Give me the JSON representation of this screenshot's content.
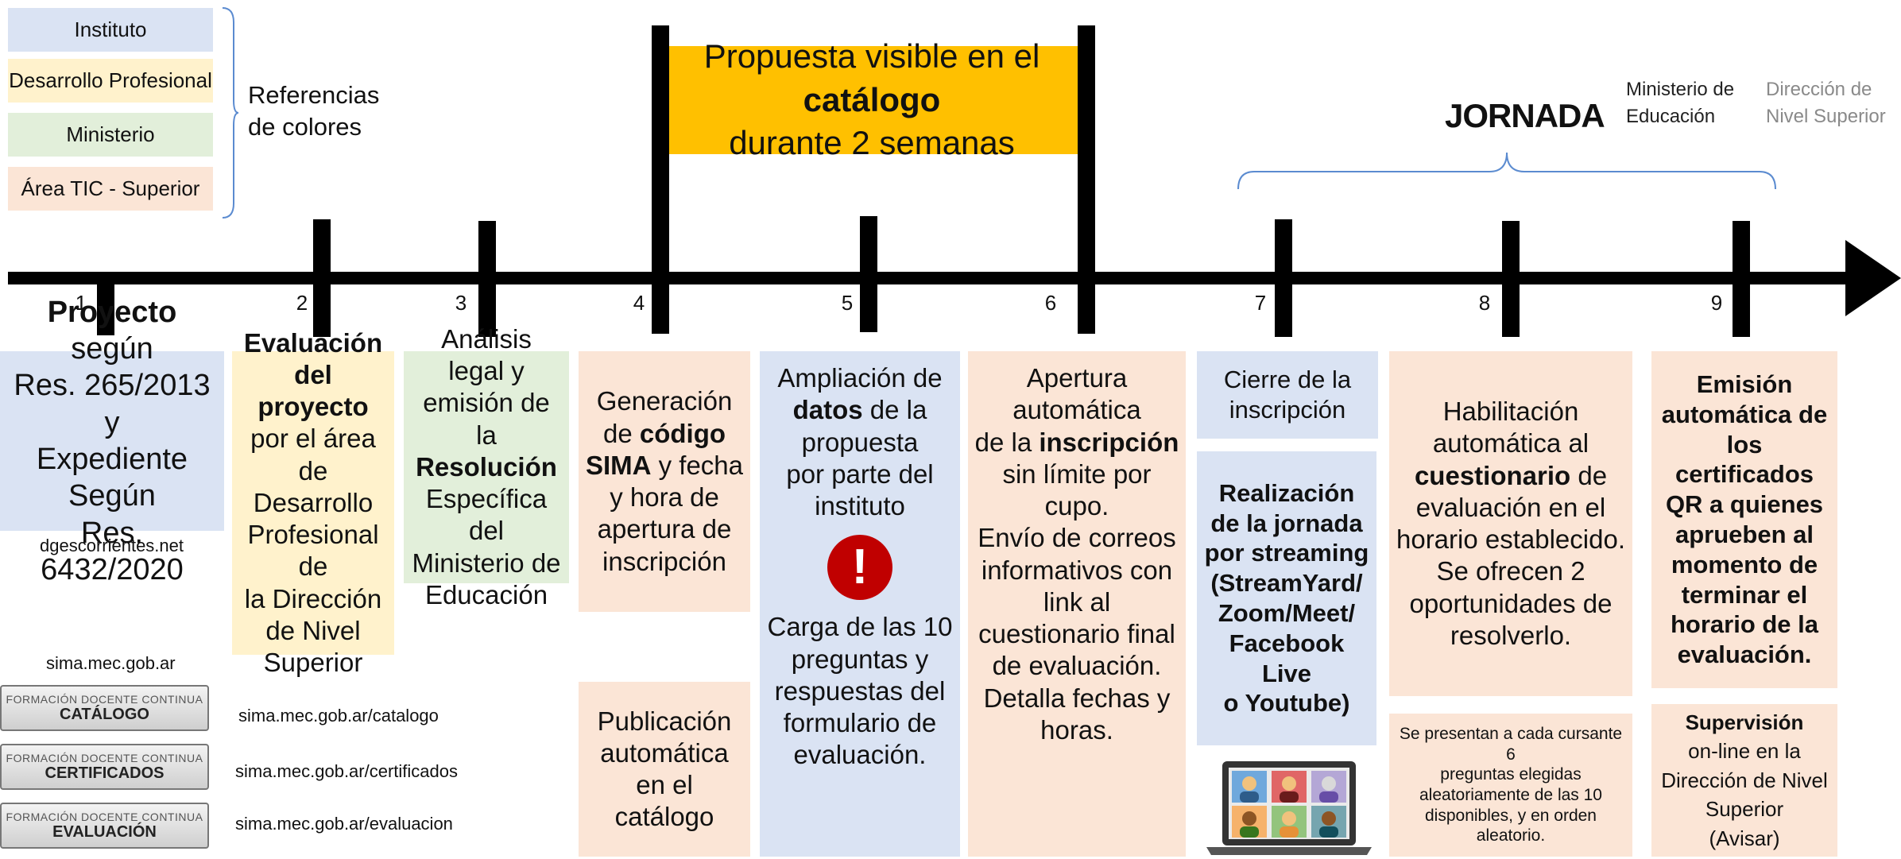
{
  "legend": {
    "items": [
      {
        "label": "Instituto",
        "color": "#dae3f3"
      },
      {
        "label": "Desarrollo Profesional",
        "color": "#fff2cc"
      },
      {
        "label": "Ministerio",
        "color": "#e2efda"
      },
      {
        "label": "Área TIC - Superior",
        "color": "#fbe5d6"
      }
    ],
    "title_line1": "Referencias",
    "title_line2": "de colores"
  },
  "catalog_banner": {
    "pre": "Propuesta visible en el ",
    "bold": "catálogo",
    "line2": "durante 2 semanas",
    "color": "#ffc000"
  },
  "jornada": {
    "title": "JORNADA",
    "ministerio_l1": "Ministerio de",
    "ministerio_l2": "Educación",
    "direccion_l1": "Dirección de",
    "direccion_l2": "Nivel Superior"
  },
  "steps": [
    "1",
    "2",
    "3",
    "4",
    "5",
    "6",
    "7",
    "8",
    "9"
  ],
  "boxes": {
    "b1": {
      "bold": "Proyecto",
      "t1": " según",
      "t2": "Res. 265/2013 y",
      "t3": "Expediente Según",
      "t4": "Res. 6432/2020"
    },
    "b2": {
      "l1": "Evaluación",
      "l2": "del proyecto",
      "l3": "por el área de",
      "l4": "Desarrollo",
      "l5": "Profesional de",
      "l6": "la Dirección",
      "l7": "de Nivel",
      "l8": "Superior"
    },
    "b3": {
      "l1": "Análisis legal y",
      "l2": "emisión de la",
      "l3": "Resolución",
      "l4": "Específica del",
      "l5": "Ministerio de",
      "l6": "Educación"
    },
    "b4": {
      "l1": "Generación",
      "l2a": "de ",
      "l2b": "código",
      "l3a": "SIMA",
      "l3b": " y fecha",
      "l4": "y hora de",
      "l5": "apertura de",
      "l6": "inscripción"
    },
    "b4b": {
      "l1": "Publicación",
      "l2": "automática",
      "l3": "en el",
      "l4": "catálogo"
    },
    "b5": {
      "l1": "Ampliación de",
      "l2a": "datos",
      "l2b": " de la",
      "l3": "propuesta",
      "l4": "por parte del",
      "l5": "instituto",
      "m1": "Carga de las 10",
      "m2": "preguntas y",
      "m3": "respuestas del",
      "m4": "formulario de",
      "m5": "evaluación.",
      "alert_icon": "exclamation-icon",
      "alert_glyph": "!",
      "alert_color": "#c00000"
    },
    "b6": {
      "l1": "Apertura",
      "l2": "automática",
      "l3a": "de la ",
      "l3b": "inscripción",
      "l4": "sin límite por",
      "l5": "cupo.",
      "l6": "Envío de correos",
      "l7": "informativos con",
      "l8": "link al",
      "l9": "cuestionario final",
      "l10": "de evaluación.",
      "l11": "Detalla fechas y",
      "l12": "horas."
    },
    "b7a": {
      "l1": "Cierre de la",
      "l2": "inscripción"
    },
    "b7b": {
      "l1": "Realización",
      "l2": "de la jornada",
      "l3": "por streaming",
      "l4": "(StreamYard/",
      "l5": "Zoom/Meet/",
      "l6": "Facebook Live",
      "l7": "o Youtube)"
    },
    "b8": {
      "l1": "Habilitación",
      "l2": "automática al",
      "l3a": "cuestionario",
      "l3b": " de",
      "l4": "evaluación en el",
      "l5": "horario establecido.",
      "l6": "Se ofrecen 2",
      "l7": "oportunidades de",
      "l8": "resolverlo."
    },
    "b8b": {
      "l1": "Se presentan a cada cursante 6",
      "l2": "preguntas elegidas",
      "l3": "aleatoriamente de las 10",
      "l4": "disponibles, y en orden",
      "l5": "aleatorio."
    },
    "b9": {
      "l1": "Emisión",
      "l2": "automática de",
      "l3": "los certificados",
      "l4": "QR a quienes",
      "l5": "aprueben al",
      "l6": "momento de",
      "l7": "terminar el",
      "l8": "horario de la",
      "l9": "evaluación."
    },
    "b9b": {
      "l1": "Supervisión",
      "l2": "on-line en la",
      "l3": "Dirección de Nivel",
      "l4": "Superior",
      "l5": "(Avisar)"
    }
  },
  "links": {
    "site1": "dgescorrientes.net",
    "site2": "sima.mec.gob.ar",
    "catalogo_url": "sima.mec.gob.ar/catalogo",
    "certificados_url": "sima.mec.gob.ar/certificados",
    "evaluacion_url": "sima.mec.gob.ar/evaluacion"
  },
  "buttons": {
    "header": "FORMACIÓN DOCENTE CONTINUA",
    "catalogo": "CATÁLOGO",
    "certificados": "CERTIFICADOS",
    "evaluacion": "EVALUACIÓN"
  }
}
